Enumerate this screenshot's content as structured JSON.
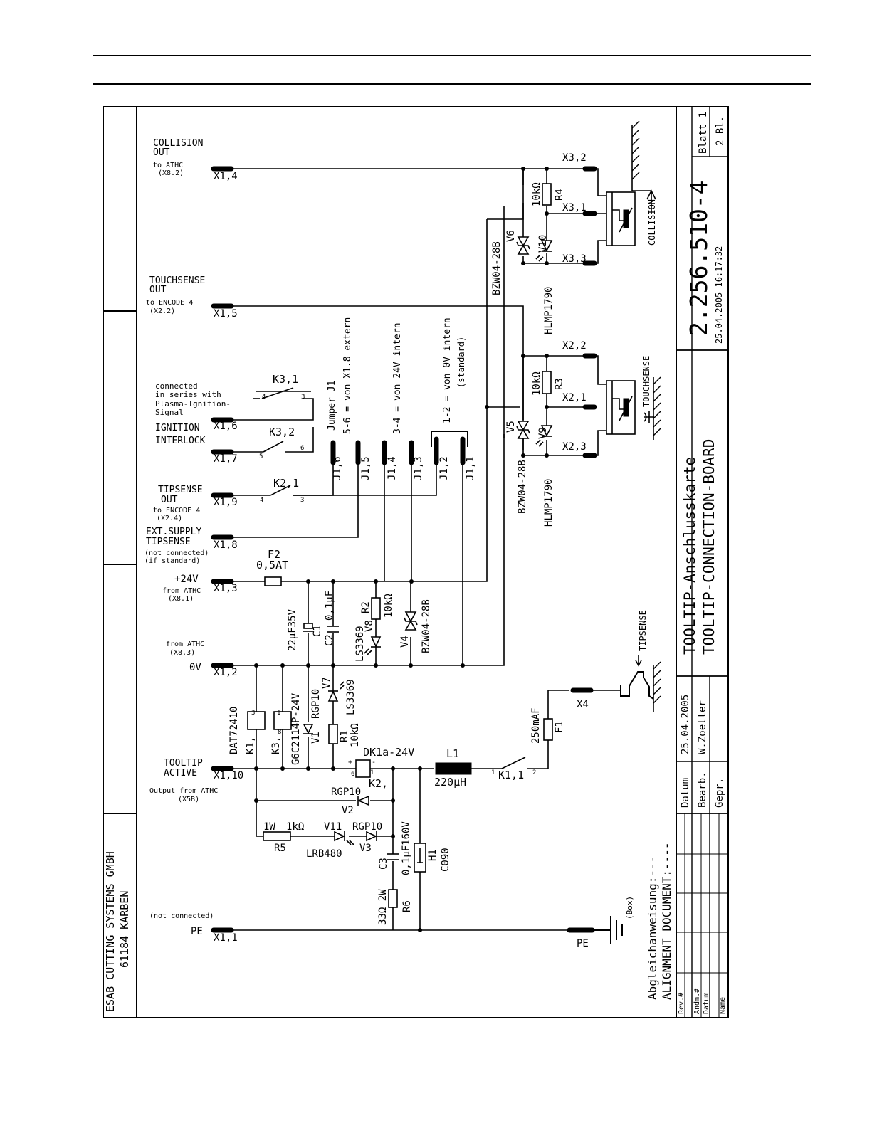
{
  "company": {
    "name": "ESAB CUTTING SYSTEMS GMBH",
    "city": "61184 KARBEN"
  },
  "title_block": {
    "drawing_number": "2.256.510-4",
    "timestamp": "25.04.2005 16:17:32",
    "title_de": "TOOLTIP-Anschlusskarte",
    "title_en": "TOOLTIP-CONNECTION-BOARD",
    "sheet": "Blatt 1",
    "sheets": "2 Bl.",
    "datum_label": "Datum",
    "datum_value": "25.04.2005",
    "bearb_label": "Bearb.",
    "bearb_value": "W.Zoeller",
    "gepr_label": "Gepr.",
    "rev_labels": [
      "Rev.#",
      "Ändm.#",
      "Datum",
      "Name"
    ],
    "alignment_de": "Abgleichanweisung:---",
    "alignment_en": "ALIGNMENT DOCUMENT:----"
  },
  "connectors": {
    "x1_4": "X1,4",
    "x1_5": "X1,5",
    "x1_6": "X1,6",
    "x1_7": "X1,7",
    "x1_9": "X1,9",
    "x1_8": "X1,8",
    "x1_3": "X1,3",
    "x1_2": "X1,2",
    "x1_10": "X1,10",
    "x1_1": "X1,1",
    "x3_2": "X3,2",
    "x3_1": "X3,1",
    "x3_3": "X3,3",
    "x2_2": "X2,2",
    "x2_1": "X2,1",
    "x2_3": "X2,3",
    "x4": "X4",
    "pe": "PE"
  },
  "labels": {
    "collision_1": "COLLISION",
    "collision_2": "OUT",
    "collision_3": "to ATHC",
    "collision_4": "(X8.2)",
    "touch_1": "TOUCHSENSE",
    "touch_2": "OUT",
    "touch_3": "to ENCODE 4",
    "touch_4": "(X2.2)",
    "conn_1": "connected",
    "conn_2": "in series with",
    "conn_3": "Plasma-Ignition-",
    "conn_4": "Signal",
    "ign_1": "IGNITION",
    "ign_2": "INTERLOCK",
    "tip_1": "TIPSENSE",
    "tip_2": "OUT",
    "tip_3": "to ENCODE 4",
    "tip_4": "(X2.4)",
    "ext_1": "EXT.SUPPLY",
    "ext_2": "TIPSENSE",
    "ext_3": "(not connected)",
    "ext_4": "(if standard)",
    "p24_1": "+24V",
    "p24_2": "from ATHC",
    "p24_3": "(X8.1)",
    "zero_1": "from ATHC",
    "zero_2": "(X8.3)",
    "zero_3": "0V",
    "tool_1": "TOOLTIP",
    "tool_2": "ACTIVE",
    "tool_3": "Output from ATHC",
    "tool_4": "(X5B)",
    "pe_1": "(not connected)",
    "pe_2": "PE",
    "box": "(Box)",
    "collision_sensor": "COLLISION",
    "touchsense_sensor": "TOUCHSENSE",
    "tipsense_sensor": "TIPSENSE"
  },
  "jumper": {
    "title": "Jumper J1",
    "line1": "5-6 = von X1.8 extern",
    "line2": "3-4 = von 24V intern",
    "line3": "1-2 = von 0V intern",
    "line4": "(standard)",
    "pins": [
      "J1,6",
      "J1,5",
      "J1,4",
      "J1,3",
      "J1,2",
      "J1,1"
    ]
  },
  "components": {
    "k3_1": "K3,1",
    "k3_2": "K3,2",
    "k2_1": "K2,1",
    "k1_1": "K1,1",
    "k2": "K2,",
    "k1": "K1,",
    "k3": "K3,",
    "dk1a": "DK1a-24V",
    "dat": "DAT72410",
    "g6c": "G6C2114P-24V",
    "f2": "F2",
    "f2_val": "0,5AT",
    "f1": "F1",
    "f1_val": "250mAF",
    "c1": "C1",
    "c1_val": "22µF35V",
    "c2": "C2",
    "c2_val": "0,1µF",
    "c3": "C3",
    "c3_val": "0,1µF160V",
    "r1": "R1",
    "r1_val": "10kΩ",
    "r2": "R2",
    "r2_val": "10kΩ",
    "r3": "R3",
    "r3_val": "10kΩ",
    "r4": "R4",
    "r4_val": "10kΩ",
    "r5": "R5",
    "r5_w": "1W",
    "r5_val": "1kΩ",
    "r6": "R6",
    "r6_val": "33Ω 2W",
    "v1": "V1",
    "v1_val": "RGP10",
    "v2": "V2",
    "v2_val": "RGP10",
    "v3": "V3",
    "v3_val": "RGP10",
    "v4": "V4",
    "v4_val": "BZW04-28B",
    "v5": "V5",
    "v5_val": "BZW04-28B",
    "v6": "V6",
    "v6_val": "BZW04-28B",
    "v7": "V7",
    "v7_val": "LS3369",
    "v8": "V8",
    "v8_val": "LS3369",
    "v9": "V9",
    "v9_val": "HLMP1790",
    "v10": "V10",
    "v10_val": "HLMP1790",
    "v11": "V11",
    "v11_val": "LRB480",
    "l1": "L1",
    "l1_val": "220µH",
    "h1": "H1",
    "h1_val": "C090",
    "pin_plus": "+",
    "pin_minus": "-",
    "pin_1": "1",
    "pin_2": "2",
    "pin_3": "3",
    "pin_4": "4",
    "pin_5": "5",
    "pin_6": "6",
    "pin_8": "8"
  }
}
